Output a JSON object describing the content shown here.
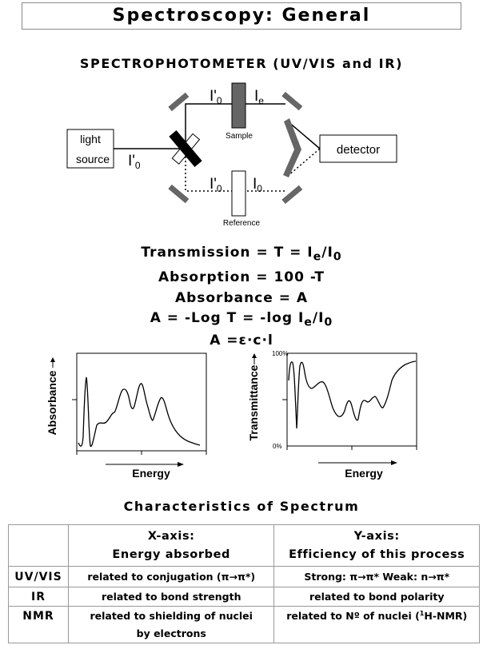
{
  "title": "Spectroscopy: General",
  "diagram": {
    "heading": "SPECTROPHOTOMETER (UV/VIS and IR)",
    "light_source_line1": "light",
    "light_source_line2": "source",
    "detector": "detector",
    "sample_label": "Sample",
    "reference_label": "Reference",
    "beam_labels": {
      "i0p_source": "I'",
      "i0p_top": "I'",
      "ie_top": "I",
      "i0p_bottom": "I'",
      "i0_bottom": "I"
    },
    "beam_subs": {
      "i0p_source": "0",
      "i0p_top": "0",
      "ie_top": "e",
      "i0p_bottom": "0",
      "i0_bottom": "0"
    }
  },
  "equations": {
    "transmission": {
      "lead": "Transmission = T = I",
      "sub1": "e",
      "mid": "/I",
      "sub2": "0"
    },
    "absorption": "Absorption = 100 -T",
    "absorbance": "Absorbance = A",
    "log": {
      "lead": "A = -Log T = -log I",
      "sub1": "e",
      "mid": "/I",
      "sub2": "0"
    },
    "beer": "A =ε·c·l"
  },
  "charts": {
    "absorbance": {
      "ylabel": "Absorbance",
      "xlabel": "Energy"
    },
    "transmittance": {
      "ylabel": "Transmittance",
      "xlabel": "Energy",
      "tick_top": "100%",
      "tick_bottom": "0%"
    }
  },
  "characteristics": {
    "heading": "Characteristics of Spectrum",
    "x_header_line1": "X-axis:",
    "x_header_line2": "Energy absorbed",
    "y_header_line1": "Y-axis:",
    "y_header_line2": "Efficiency of this process",
    "rows": [
      {
        "name": "UV/VIS",
        "x": "related to conjugation (π→π*)",
        "y": "Strong: π→π* Weak: n→π*"
      },
      {
        "name": "IR",
        "x": "related to bond strength",
        "y": "related to bond polarity"
      },
      {
        "name": "NMR",
        "x_line1": "related to shielding of nuclei",
        "x_line2": "by electrons",
        "y_lead": "related to Nº of nuclei (",
        "y_sup": "1",
        "y_tail": "H-NMR)"
      }
    ]
  }
}
